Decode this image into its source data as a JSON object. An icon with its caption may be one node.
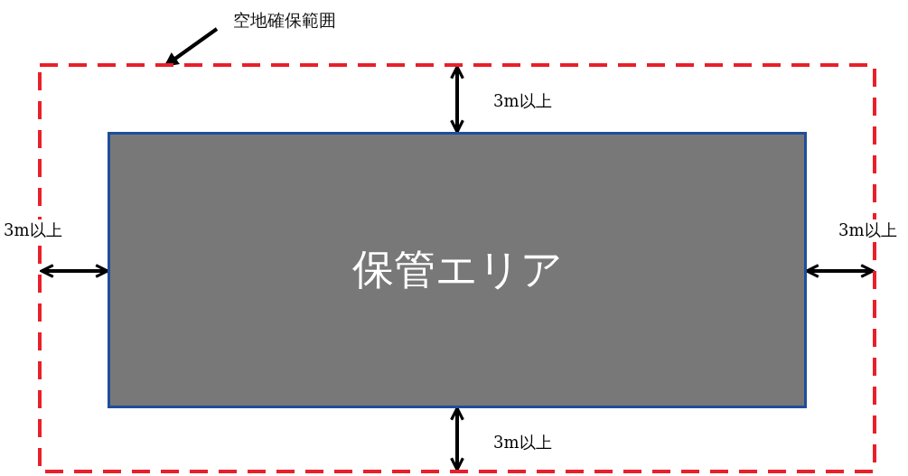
{
  "diagram": {
    "nodes": [
      {
        "text": [
          "空地確保範囲"
        ]
      },
      {
        "text": [],
        "shape": "box"
      },
      {
        "text": [
          "保管エリア"
        ],
        "in": 1
      }
    ],
    "edges": [
      {
        "from": 0,
        "to": 1,
        "arrow": "to"
      },
      {
        "from": 1,
        "to": 2,
        "arrow": "both",
        "label": "3m以上"
      },
      {
        "from": 1,
        "to": 2,
        "arrow": "both",
        "label": "3m以上"
      },
      {
        "from": 2,
        "to": 1,
        "arrow": "both",
        "label": "3m以上"
      },
      {
        "from": 2,
        "to": 1,
        "arrow": "both",
        "label": "3m以上"
      }
    ]
  }
}
